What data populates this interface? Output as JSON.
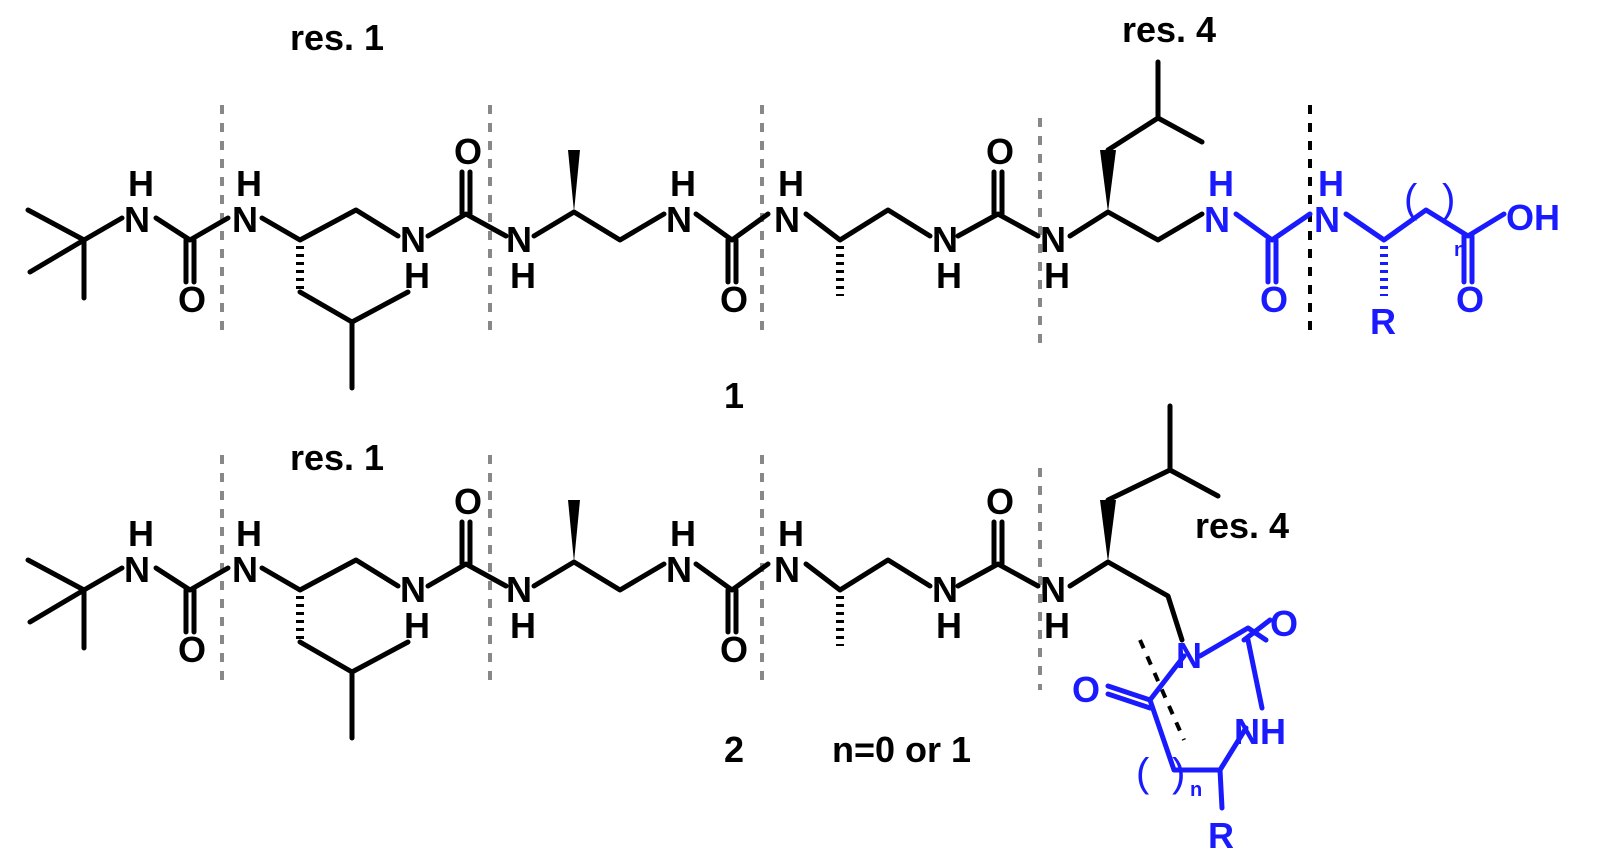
{
  "labels": {
    "res1_top": "res. 1",
    "res4_top": "res. 4",
    "res1_bottom": "res. 1",
    "res4_bottom": "res. 4",
    "compound1": "1",
    "compound2": "2",
    "n_note": "n=0 or 1"
  },
  "atoms": {
    "H": "H",
    "N": "N",
    "O": "O",
    "NH": "NH",
    "OH": "OH",
    "R": "R",
    "n": "n",
    "paren_open": "(",
    "paren_close": ")"
  },
  "colors": {
    "scaffold": "#000000",
    "modified_residue": "#1a1aff",
    "residue_separator": "#888888"
  }
}
